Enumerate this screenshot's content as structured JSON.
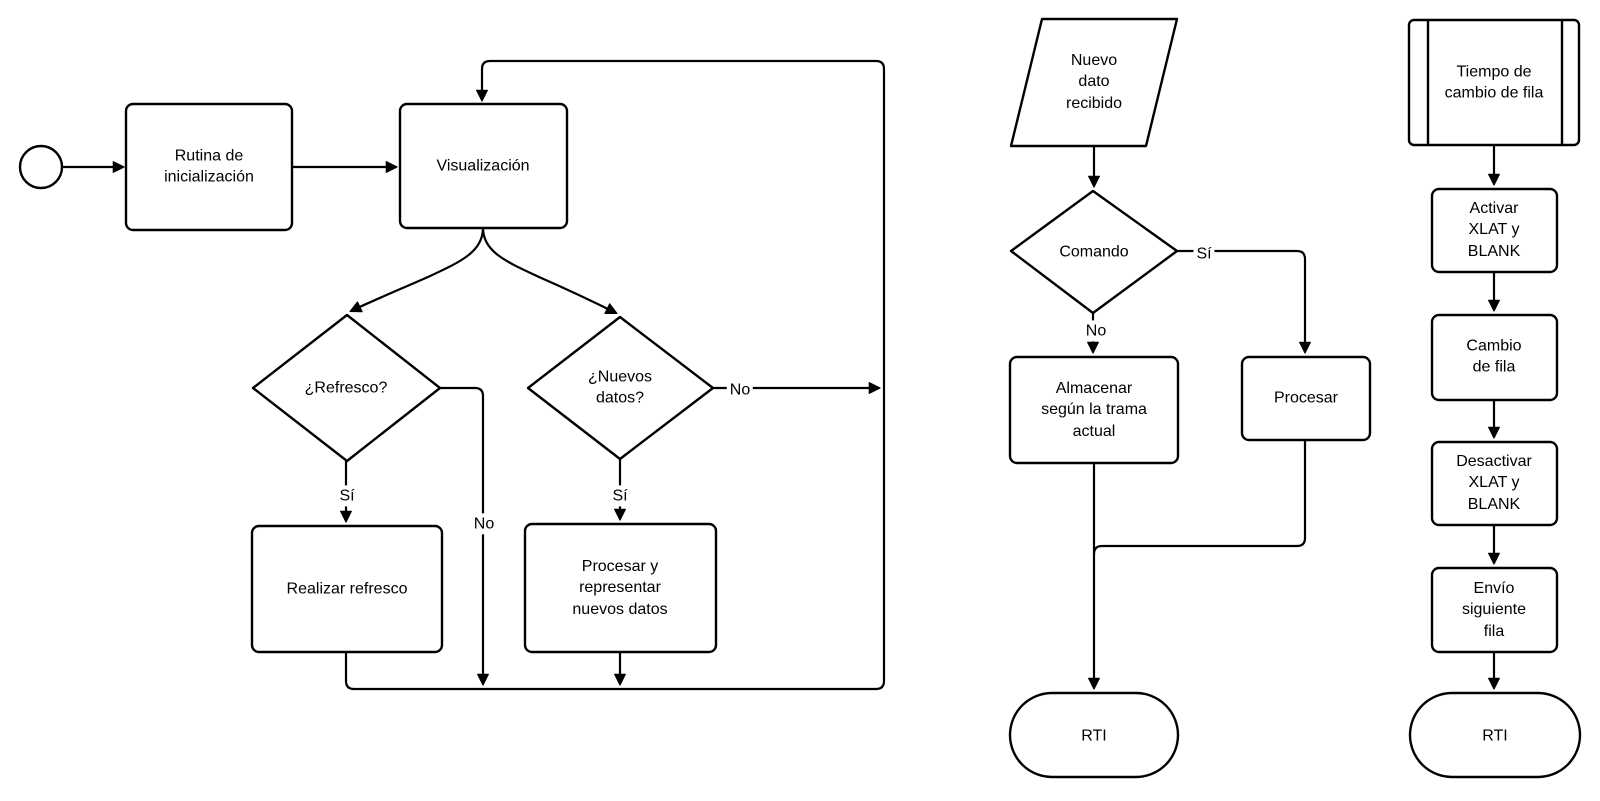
{
  "colors": {
    "stroke": "#000000",
    "fill": "#ffffff",
    "text": "#000000"
  },
  "main_flow": {
    "rutina": "Rutina de\ninicialización",
    "visualizacion": "Visualización",
    "refresco": "¿Refresco?",
    "nuevos_datos": "¿Nuevos\ndatos?",
    "realizar_refresco": "Realizar refresco",
    "procesar_representar": "Procesar y\nrepresentar\nnuevos datos",
    "label_si_refresco": "Sí",
    "label_no_refresco": "No",
    "label_si_nuevos": "Sí",
    "label_no_nuevos": "No"
  },
  "interrupt_flow": {
    "nuevo_dato": "Nuevo\ndato\nrecibido",
    "comando": "Comando",
    "label_si": "Sí",
    "label_no": "No",
    "almacenar": "Almacenar\nsegún la trama\nactual",
    "procesar": "Procesar",
    "rti": "RTI"
  },
  "row_change_flow": {
    "tiempo_cambio": "Tiempo de\ncambio de fila",
    "activar": "Activar\nXLAT y\nBLANK",
    "cambio_fila": "Cambio\nde fila",
    "desactivar": "Desactivar\nXLAT y\nBLANK",
    "envio": "Envío\nsiguiente\nfila",
    "rti": "RTI"
  }
}
